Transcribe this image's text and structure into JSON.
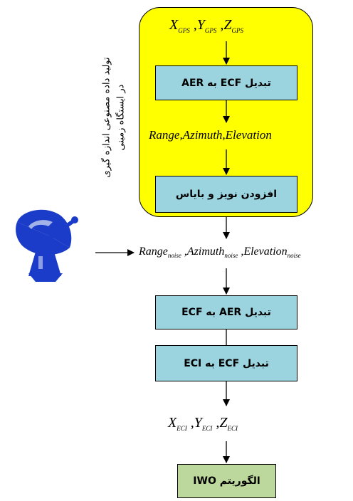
{
  "panel_label": {
    "line1": "تولید داده مصنوعی اندازه گیری",
    "line2": "در ایستگاه زمینی"
  },
  "gps": {
    "x": "X",
    "y": "Y",
    "z": "Z",
    "sub": "GPS"
  },
  "box1": "تبدیل ECF به AER",
  "aer": {
    "range": "Range",
    "azimuth": "Azimuth",
    "elevation": "Elevation"
  },
  "box2": "افزودن نویز و بایاس",
  "noisy": {
    "range": "Range",
    "azimuth": "Azimuth",
    "elevation": "Elevation",
    "sub": "noise"
  },
  "box3": "تبدیل AER به ECF",
  "box4": "تبدیل ECF به ECI",
  "eci": {
    "x": "X",
    "y": "Y",
    "z": "Z",
    "sub": "ECI"
  },
  "box5": "الگوریتم IWO",
  "colors": {
    "panel": "#ffff00",
    "box": "#9bd3df",
    "final_box": "#bcd89c",
    "dish": "#1a3cc8"
  }
}
